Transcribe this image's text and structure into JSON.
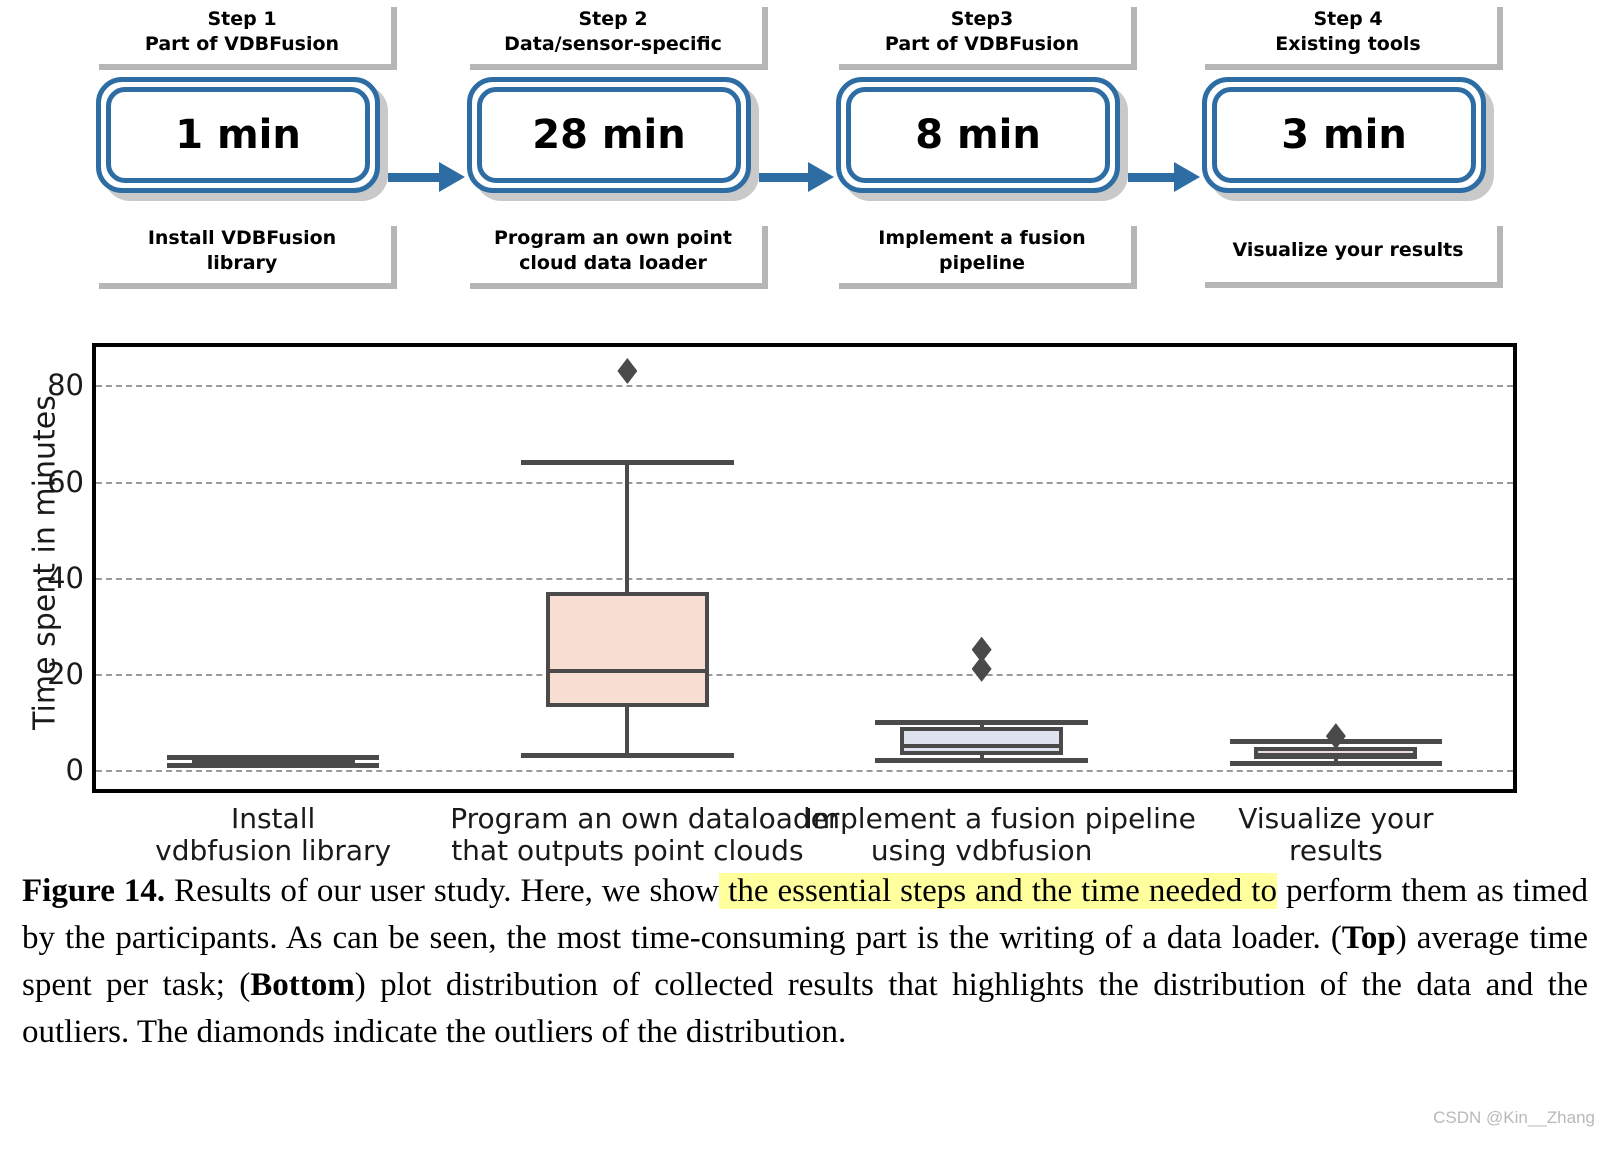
{
  "flow": {
    "steps": [
      {
        "header_line1": "Step 1",
        "header_line2": "Part of VDBFusion",
        "time": "1 min",
        "footer_line1": "Install VDBFusion",
        "footer_line2": "library"
      },
      {
        "header_line1": "Step 2",
        "header_line2": "Data/sensor-specific",
        "time": "28 min",
        "footer_line1": "Program an own point",
        "footer_line2": "cloud data loader"
      },
      {
        "header_line1": "Step3",
        "header_line2": "Part of VDBFusion",
        "time": "8 min",
        "footer_line1": "Implement a fusion",
        "footer_line2": "pipeline"
      },
      {
        "header_line1": "Step 4",
        "header_line2": "Existing tools",
        "time": "3 min",
        "footer_line1": "Visualize your results",
        "footer_line2": ""
      }
    ],
    "accent_color": "#2e6da4",
    "shadow_color": "#b6b6b6"
  },
  "chart_data": {
    "type": "box",
    "title": "",
    "xlabel": "",
    "ylabel": "Time spent in minutes",
    "ylim": [
      -4,
      88
    ],
    "yticks": [
      0,
      20,
      40,
      60,
      80
    ],
    "ytick_labels": [
      "0",
      "20",
      "40",
      "60",
      "80"
    ],
    "grid": true,
    "grid_style": "dashed",
    "legend": "none",
    "categories": [
      "Install\nvdbfusion library",
      "Program an own dataloader\nthat outputs point clouds",
      "Implement a fusion pipeline\nusing vdbfusion",
      "Visualize your\nresults"
    ],
    "category_lines": [
      [
        "Install",
        "vdbfusion library"
      ],
      [
        "Program an own dataloader",
        "that outputs point clouds"
      ],
      [
        "Implement a fusion pipeline",
        "using vdbfusion"
      ],
      [
        "Visualize your",
        "results"
      ]
    ],
    "boxes": [
      {
        "label": "Install vdbfusion library",
        "whisker_low": 1.0,
        "q1": 1.4,
        "median": 2.0,
        "q3": 2.2,
        "whisker_high": 2.6,
        "outliers": [],
        "fill_color": "#f7f1f0"
      },
      {
        "label": "Program an own dataloader that outputs point clouds",
        "whisker_low": 3.0,
        "q1": 13.0,
        "median": 20.5,
        "q3": 37.0,
        "whisker_high": 64.0,
        "outliers": [
          83.0
        ],
        "fill_color": "#f8ddd3"
      },
      {
        "label": "Implement a fusion pipeline using vdbfusion",
        "whisker_low": 2.0,
        "q1": 3.0,
        "median": 5.0,
        "q3": 9.0,
        "whisker_high": 10.0,
        "outliers": [
          21.0,
          25.0
        ],
        "fill_color": "#dde2ee"
      },
      {
        "label": "Visualize your results",
        "whisker_low": 1.5,
        "q1": 2.3,
        "median": 3.0,
        "q3": 4.7,
        "whisker_high": 6.0,
        "outliers": [
          7.0
        ],
        "fill_color": "#eadbe3"
      }
    ],
    "line_color": "#4a4a4a",
    "outlier_marker": "diamond"
  },
  "caption": {
    "figure_label": "Figure 14.",
    "text_before_highlight": " Results of our user study.  Here, we show",
    "highlight": " the essential steps and the time needed to",
    "text_after_highlight": " perform them as timed by the participants.  As can be seen, the most time-consuming part is the writing of a data loader. (",
    "bold_top": "Top",
    "mid_1": ") average time spent per task; (",
    "bold_bottom": "Bottom",
    "mid_2": ") plot distribution of collected results that highlights the distribution of the data and the outliers. The diamonds indicate the outliers of the distribution.",
    "highlight_color": "#ffff9e"
  },
  "watermark": {
    "text": "CSDN @Kin__Zhang"
  }
}
